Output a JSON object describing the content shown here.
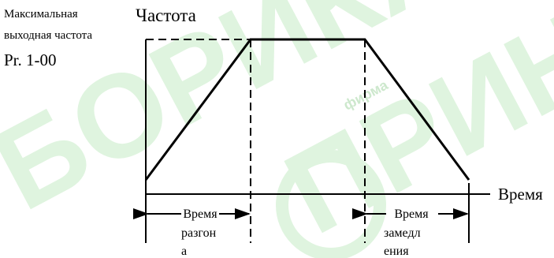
{
  "labels": {
    "max_freq_line1": "Максимальная",
    "max_freq_line2": "выходная частота",
    "max_freq_param": "Pr. 1-00",
    "y_axis": "Частота",
    "x_axis": "Время",
    "accel_line1": "Время",
    "accel_line2": "разгон",
    "accel_line3": "а",
    "decel_line1": "Время",
    "decel_line2": "замедл",
    "decel_line3": "ения"
  },
  "watermark": {
    "text_left": "БОРИКА",
    "text_right": "ПРИН",
    "small_text": "фирма",
    "color": "#d3f0d3"
  },
  "colors": {
    "line": "#000000",
    "background": "#ffffff"
  }
}
